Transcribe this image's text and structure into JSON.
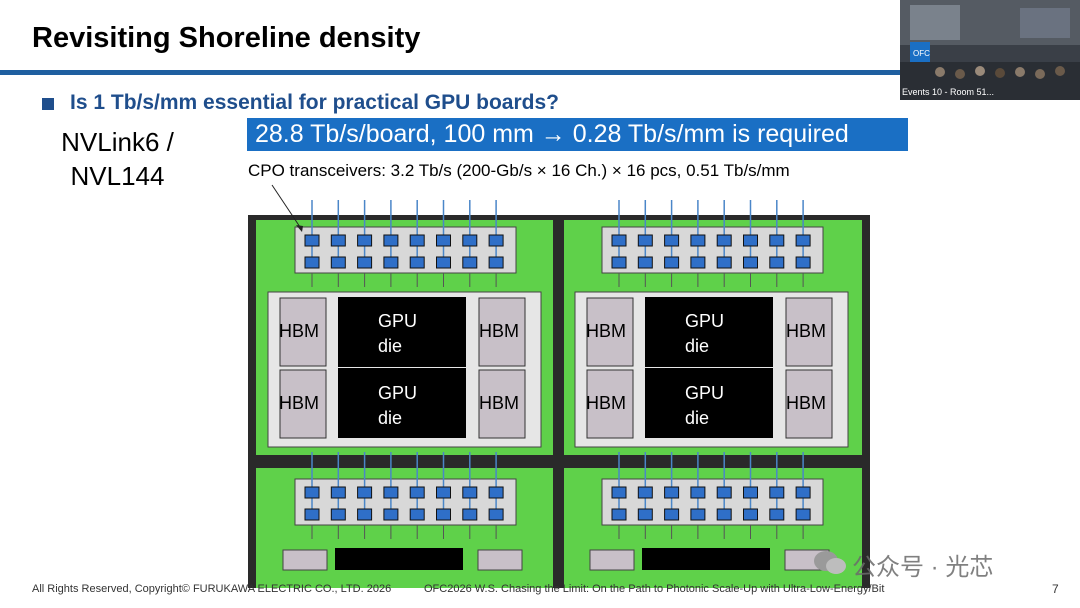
{
  "slide": {
    "title": "Revisiting Shoreline density",
    "question": "Is 1 Tb/s/mm essential for practical GPU boards?",
    "nvlink_line1": "NVLink6 /",
    "nvlink_line2": "NVL144",
    "banner": "28.8 Tb/s/board, 100 mm → 0.28 Tb/s/mm is required",
    "cpo_note": "CPO transceivers: 3.2 Tb/s (200-Gb/s × 16 Ch.) × 16 pcs, 0.51 Tb/s/mm",
    "hbm_label": "HBM",
    "gpu_label_line1": "GPU",
    "gpu_label_line2": "die",
    "page_number": "7"
  },
  "footer": {
    "copyright": "All Rights Reserved, Copyright© FURUKAWA ELECTRIC CO., LTD. 2026",
    "session": "OFC2026 W.S. Chasing the Limit: On the Path to Photonic Scale-Up with Ultra-Low-Energy/Bit"
  },
  "video": {
    "label": "Events 10 - Room 51...",
    "logo": "OFC"
  },
  "watermark": {
    "text": "公众号 · 光芯"
  },
  "colors": {
    "title_bar": "#1f5fa0",
    "banner": "#1a6fc4",
    "board_green": "#5fd14a",
    "chip_gray": "#c8c0c8",
    "die_black": "#000000",
    "transceiver_blue": "#2f6fc8"
  }
}
